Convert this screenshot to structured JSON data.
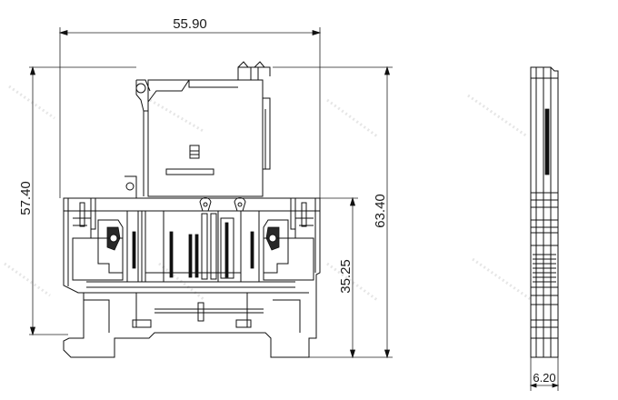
{
  "dimensions": {
    "total_width": "55.90",
    "height_left": "57.40",
    "height_right": "63.40",
    "height_inner": "35.25",
    "side_depth": "6.20"
  },
  "colors": {
    "line": "#111111",
    "background": "#ffffff"
  }
}
